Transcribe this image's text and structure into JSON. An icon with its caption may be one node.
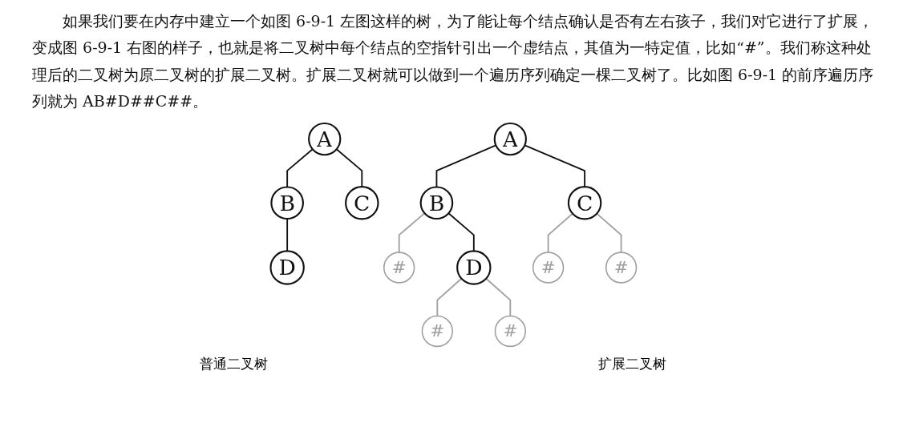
{
  "diagram": {
    "nodes": [
      {
        "text": [
          "A"
        ]
      },
      {
        "text": [
          "B"
        ]
      },
      {
        "text": [
          "C"
        ]
      },
      {
        "text": [
          "D"
        ]
      },
      {
        "text": [
          "A"
        ]
      },
      {
        "text": [
          "B"
        ]
      },
      {
        "text": [
          "C"
        ]
      },
      {
        "text": [
          "#"
        ]
      },
      {
        "text": [
          "D"
        ]
      },
      {
        "text": [
          "#"
        ]
      },
      {
        "text": [
          "#"
        ]
      },
      {
        "text": [
          "#"
        ]
      },
      {
        "text": [
          "#"
        ]
      }
    ],
    "edges": [
      {
        "from": 0,
        "to": 1,
        "arrow": "none"
      },
      {
        "from": 0,
        "to": 2,
        "arrow": "none"
      },
      {
        "from": 1,
        "to": 3,
        "arrow": "none"
      },
      {
        "from": 4,
        "to": 5,
        "arrow": "none"
      },
      {
        "from": 4,
        "to": 6,
        "arrow": "none"
      },
      {
        "from": 5,
        "to": 7,
        "arrow": "none",
        "color": "#a0a0a0"
      },
      {
        "from": 5,
        "to": 8,
        "arrow": "none"
      },
      {
        "from": 6,
        "to": 9,
        "arrow": "none",
        "color": "#a0a0a0"
      },
      {
        "from": 6,
        "to": 10,
        "arrow": "none",
        "color": "#a0a0a0"
      },
      {
        "from": 8,
        "to": 11,
        "arrow": "none",
        "color": "#a0a0a0"
      },
      {
        "from": 8,
        "to": 12,
        "arrow": "none",
        "color": "#a0a0a0"
      }
    ],
    "labels": [
      "如果我们要在内存中建立一个如图 6-9-1 左图这样的树，为了能让每个结点确认是否有左右孩子，我们对它进行了扩展，变成图 6-9-1 右图的样子，也就是将二叉树中每个结点的空指针引出一个虚结点，其值为一特定值，比如“#”。我们称这种处理后的二叉树为原二叉树的扩展二叉树。扩展二叉树就可以做到一个遍历序列确定一棵二叉树了。比如图 6-9-1 的前序遍历序列就为 AB#D##C##。",
      "普通二叉树",
      "扩展二叉树"
    ]
  }
}
